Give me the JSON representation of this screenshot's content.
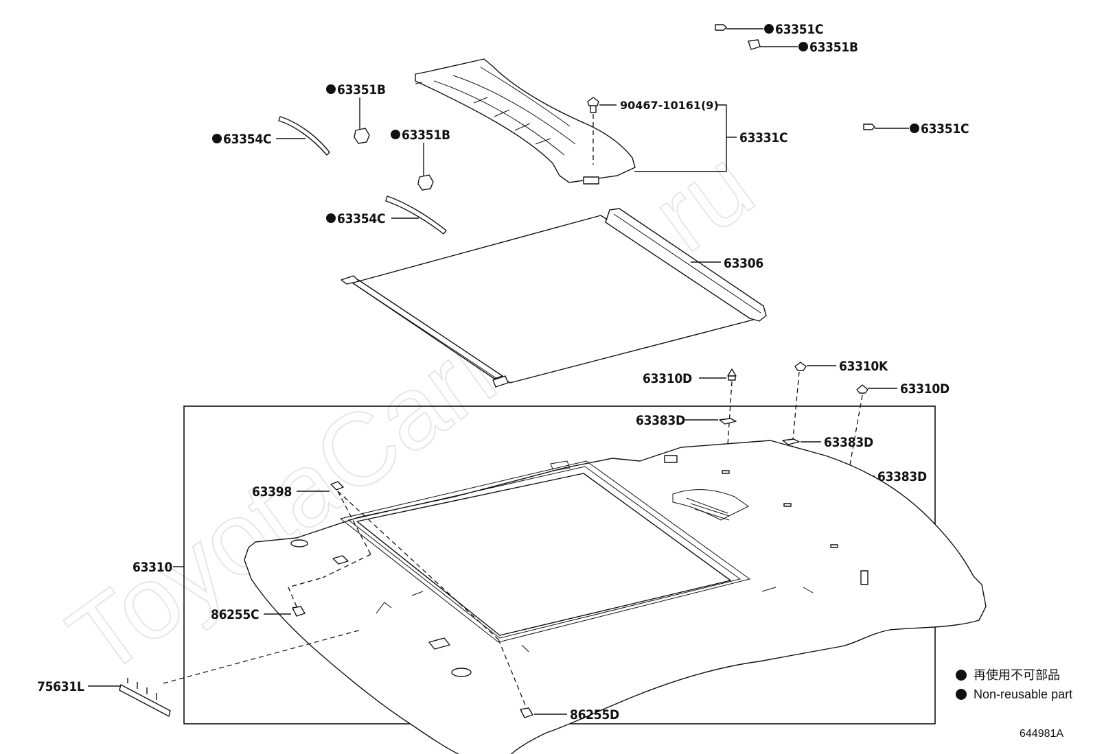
{
  "watermark": "ToyotaCarMine.ru",
  "labels": {
    "p63351C_a": "63351C",
    "p63351B_a": "63351B",
    "p63351B_b": "63351B",
    "p63351B_c": "63351B",
    "p63354C_a": "63354C",
    "p63354C_b": "63354C",
    "p90467": "90467-10161(9)",
    "p63331C": "63331C",
    "p63351C_b": "63351C",
    "p63306": "63306",
    "p63310D_a": "63310D",
    "p63310K": "63310K",
    "p63310D_b": "63310D",
    "p63383D_a": "63383D",
    "p63383D_b": "63383D",
    "p63383D_c": "63383D",
    "p63398": "63398",
    "p63310": "63310",
    "p86255C": "86255C",
    "p75631L": "75631L",
    "p86255D": "86255D"
  },
  "legend": {
    "japanese": "再使用不可部品",
    "english": "Non-reusable part"
  },
  "reference_code": "644981A"
}
